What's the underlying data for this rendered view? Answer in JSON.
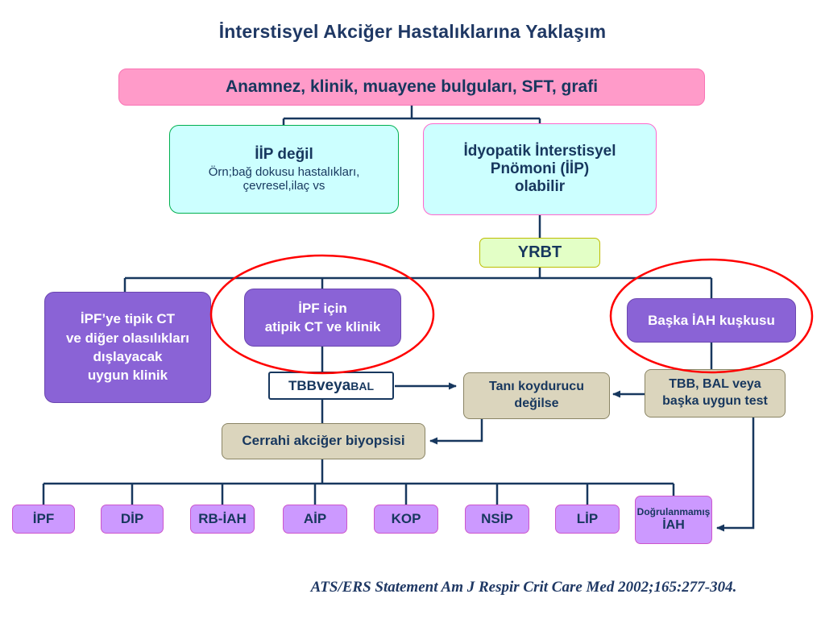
{
  "title": "İnterstisyel Akciğer Hastalıklarına Yaklaşım",
  "citation": "ATS/ERS Statement Am J Respir Crit Care Med 2002;165:277-304.",
  "boxes": {
    "anamnez": "Anamnez, klinik, muayene bulguları, SFT, grafi",
    "iip_degil_title": "İİP değil",
    "iip_degil_sub": "Örn;bağ dokusu hastalıkları,\nçevresel,ilaç vs",
    "iip_olabilir": "İdyopatik İnterstisyel\nPnömoni (İİP)\nolabilir",
    "yrbt": "YRBT",
    "ipf_tipik": "İPF’ye tipik CT\nve diğer olasılıkları\ndışlayacak\nuygun klinik",
    "ipf_atipik": "İPF için\natipik CT ve klinik",
    "baska_iah": "Başka İAH kuşkusu",
    "tbb_bal": {
      "tbb": "TBB ",
      "veya": "veya",
      "bal": " BAL"
    },
    "tani": "Tanı koydurucu\ndeğilse",
    "tbb_bal_test": "TBB, BAL veya\nbaşka uygun test",
    "cerrahi": "Cerrahi akciğer biyopsisi",
    "bottom": [
      "İPF",
      "DİP",
      "RB-İAH",
      "AİP",
      "KOP",
      "NSİP",
      "LİP"
    ],
    "dogrulanmamis": {
      "line1": "Doğrulanmamış",
      "line2": "İAH"
    }
  },
  "colors": {
    "navy_text": "#17375E",
    "connector_line": "#17375E",
    "annotation_red": "#FF0000",
    "pink_box": "#FF9BC9",
    "cyan_box": "#CCFFFF",
    "cyan_border_green": "#00B050",
    "cyan_border_pink": "#FF66CC",
    "yrbt_fill": "#E3FFC6",
    "yrbt_border": "#BDBD00",
    "purple_box": "#8A63D6",
    "tan_box": "#DBD5BD",
    "tan_border": "#8A8464",
    "violet_box": "#CC99FF",
    "violet_border": "#CC55CC",
    "white_box_border": "#17375E"
  }
}
